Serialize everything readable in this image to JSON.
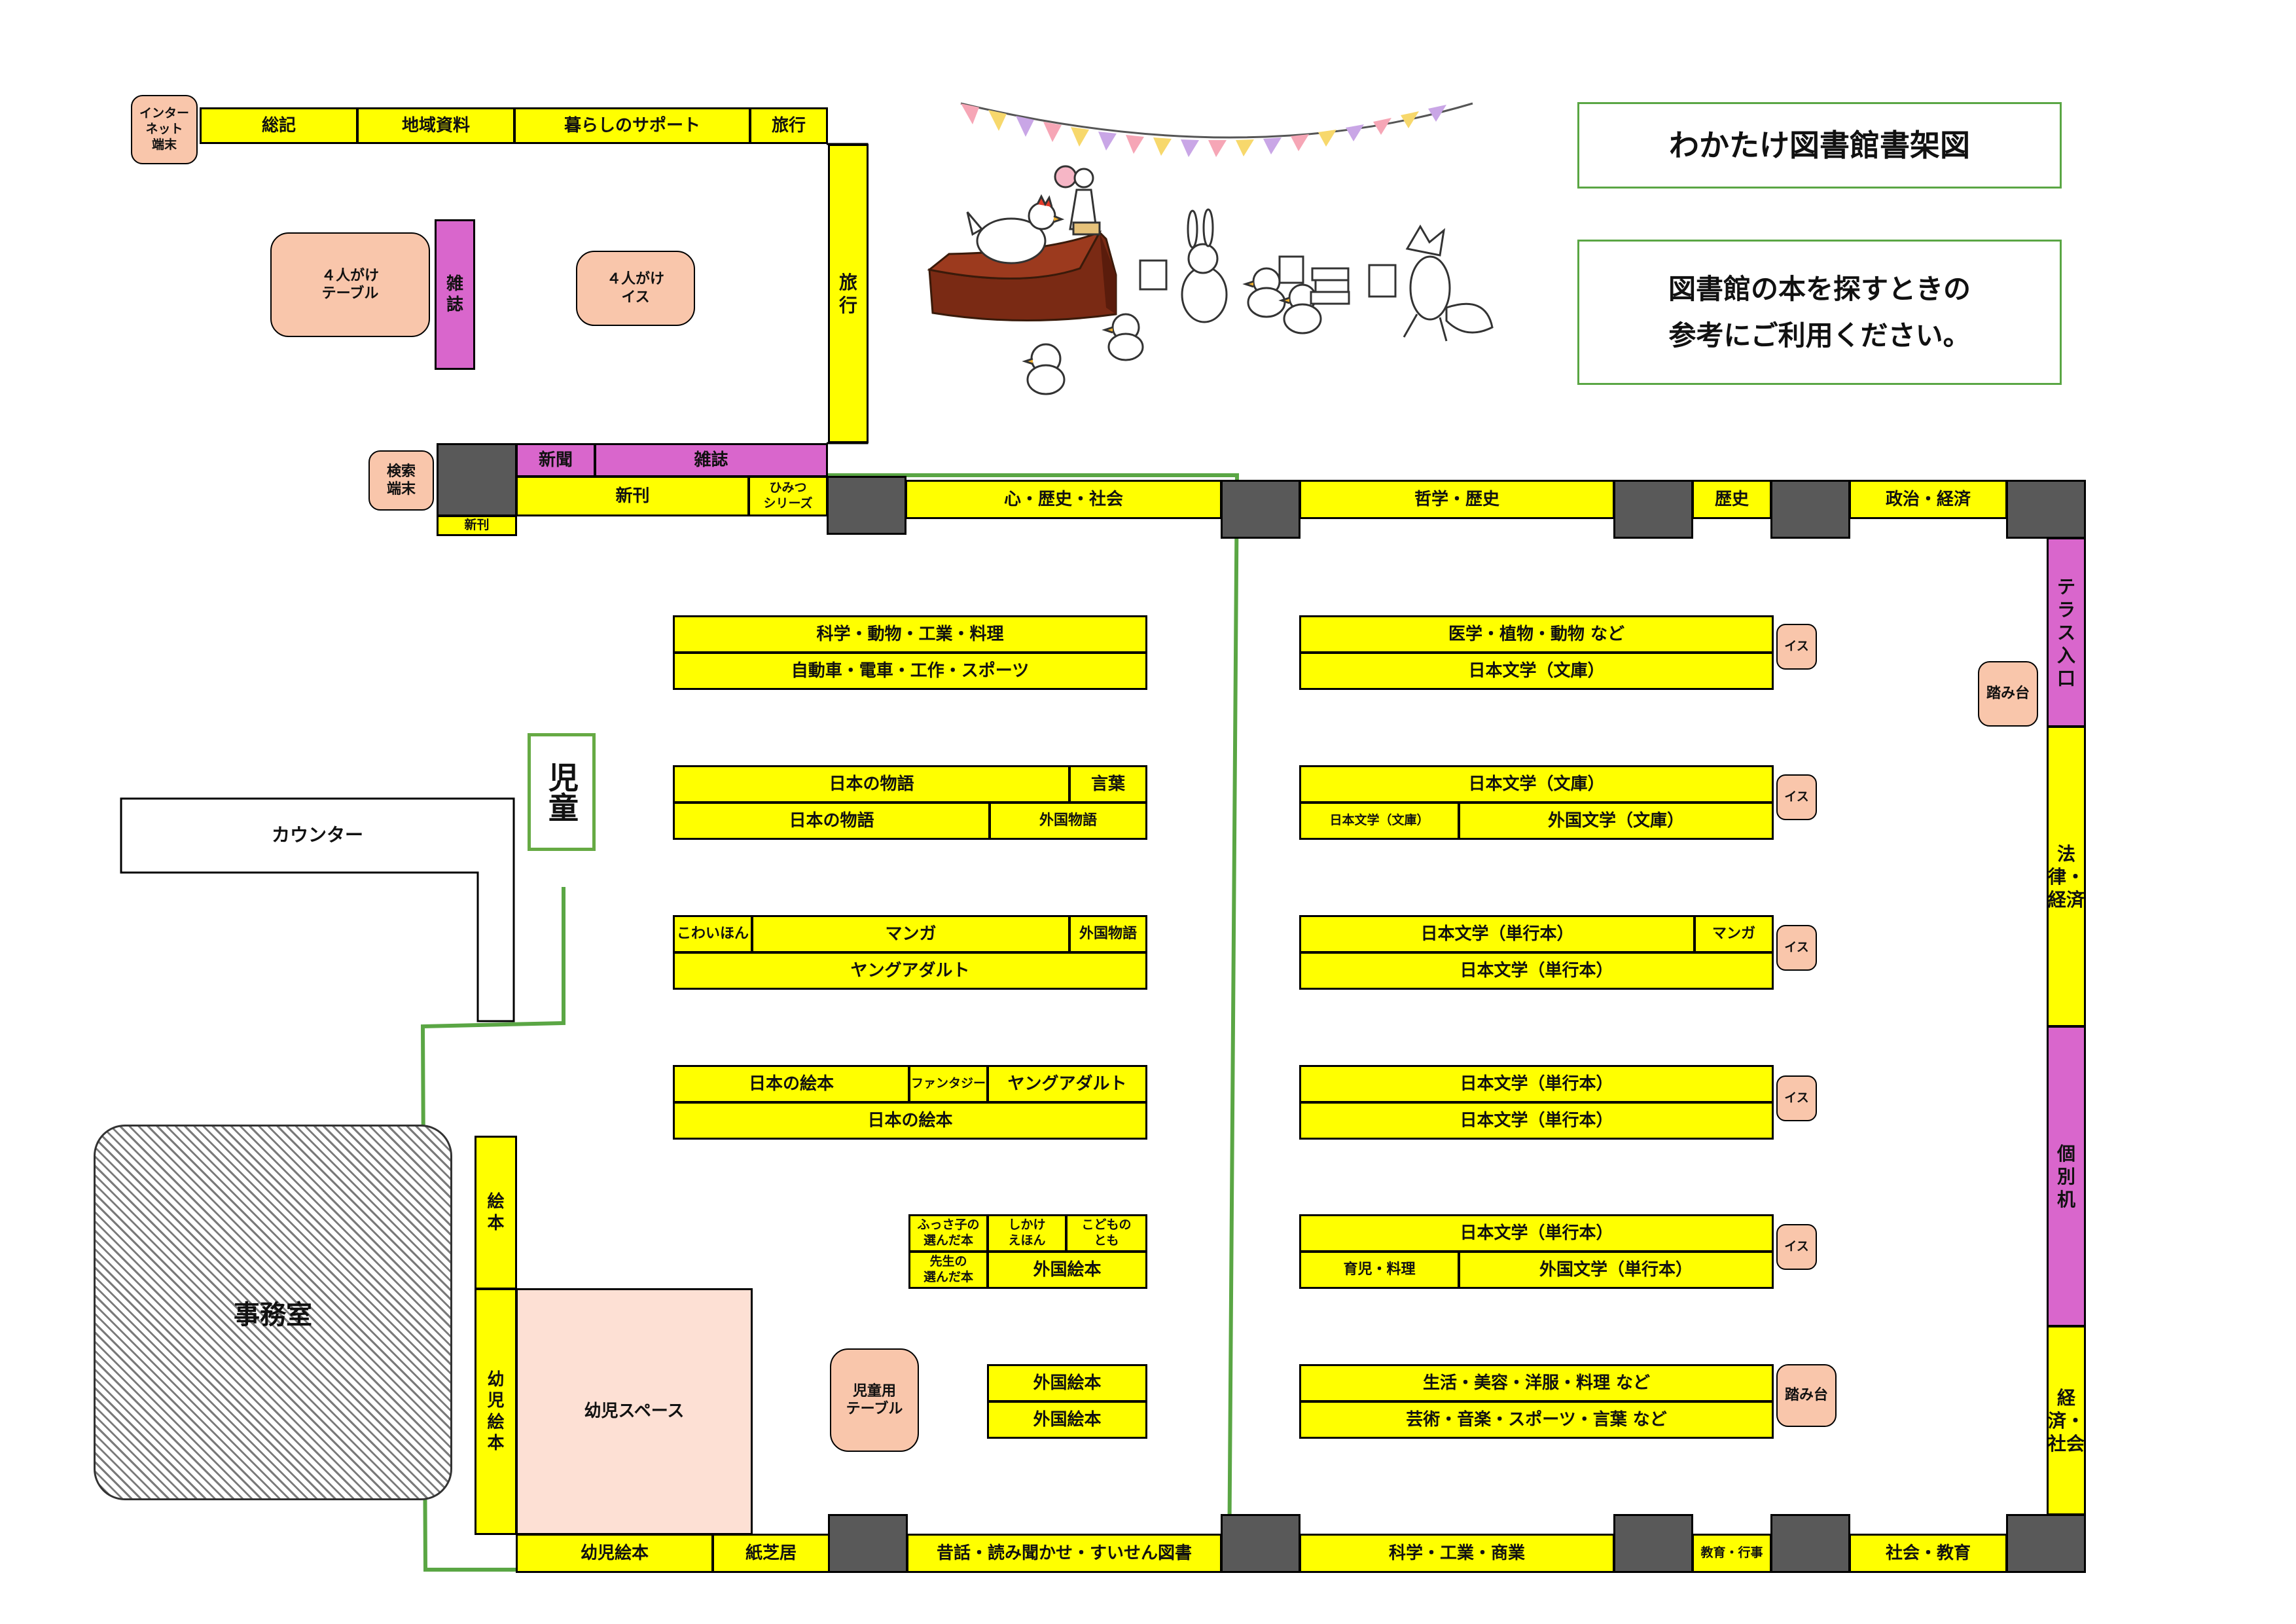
{
  "title_box": {
    "title": "わかたけ図書館書架図",
    "note": "図書館の本を探すときの\n参考にご利用ください。"
  },
  "colors": {
    "shelf": "#ffff00",
    "pillar": "#595959",
    "magazine": "#d966cc",
    "furniture": "#f9c6ab",
    "children_area": "#5aa644",
    "infant_space": "#fde0d4"
  },
  "top_shelves": {
    "general": "総記",
    "local": "地域資料",
    "living": "暮らしのサポート",
    "travel": "旅行",
    "travel_vertical": "旅行"
  },
  "furniture": {
    "internet": "インター\nネット\n端末",
    "table4": "４人がけ\nテーブル",
    "chairs4": "４人がけ\nイス",
    "search": "検索\n端末",
    "kids_table": "児童用\nテーブル",
    "step_right": "踏み台",
    "step_bottom": "踏み台",
    "chair": "イス"
  },
  "magazines": {
    "vertical": "雑誌",
    "strip_news": "新聞",
    "strip_mag": "雑誌"
  },
  "new_books": {
    "main": "新刊",
    "small": "新刊",
    "himitsu": "ひみつ\nシリーズ"
  },
  "top_wall": {
    "heart": "心・歴史・社会",
    "philosophy": "哲学・歴史",
    "history": "歴史",
    "politics": "政治・経済"
  },
  "right_wall": {
    "terrace": "テラス入口",
    "law": "法律・経済",
    "desk": "個別机",
    "economy": "経済・社会"
  },
  "bottom_wall": {
    "infant_picture": "幼児絵本",
    "kamishibai": "紙芝居",
    "folk": "昔話・読み聞かせ・すいせん図書",
    "science": "科学・工業・商業",
    "education": "教育・行事",
    "society": "社会・教育"
  },
  "left_side": {
    "counter": "カウンター",
    "children": "児童",
    "office": "事務室",
    "picture_books": "絵本",
    "infant_books": "幼児絵本",
    "infant_space": "幼児スペース"
  },
  "kids_shelves": {
    "r1_top": "科学・動物・工業・料理",
    "r1_bottom": "自動車・電車・工作・スポーツ",
    "r2_top": "日本の物語",
    "r2_top_words": "言葉",
    "r2_bottom": "日本の物語",
    "r2_bottom_foreign": "外国物語",
    "r3_scary": "こわいほん",
    "r3_manga": "マンガ",
    "r3_foreign": "外国物語",
    "r3_bottom": "ヤングアダルト",
    "r4_top": "日本の絵本",
    "r4_fantasy": "ファンタジー",
    "r4_ya": "ヤングアダルト",
    "r4_bottom": "日本の絵本",
    "r5_fussa": "ふっさ子の\n選んだ本",
    "r5_shikake": "しかけ\nえほん",
    "r5_kodomo": "こどもの\nとも",
    "r5_teacher": "先生の\n選んだ本",
    "r5_foreign": "外国絵本",
    "r6_top": "外国絵本",
    "r6_bottom": "外国絵本"
  },
  "adult_shelves": {
    "r1_top": "医学・植物・動物 など",
    "r1_bottom": "日本文学（文庫）",
    "r2_top": "日本文学（文庫）",
    "r2_small": "日本文学（文庫）",
    "r2_foreign": "外国文学（文庫）",
    "r3_top": "日本文学（単行本）",
    "r3_manga": "マンガ",
    "r3_bottom": "日本文学（単行本）",
    "r4_top": "日本文学（単行本）",
    "r4_bottom": "日本文学（単行本）",
    "r5_top": "日本文学（単行本）",
    "r5_child": "育児・料理",
    "r5_foreign": "外国文学（単行本）",
    "r6_top": "生活・美容・洋服・料理 など",
    "r6_bottom": "芸術・音楽・スポーツ・言葉 など"
  }
}
